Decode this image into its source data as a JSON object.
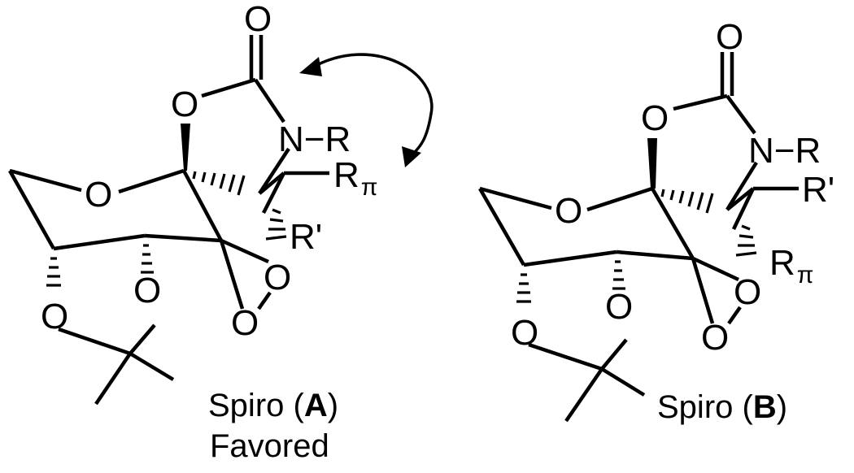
{
  "structures": [
    {
      "id": "A",
      "atoms": {
        "o_carbonyl": "O",
        "o_ring_ester": "O",
        "n_label": "N−R",
        "o_pyranose": "O",
        "r_pi_base": "R",
        "r_pi_sub": "π",
        "r_prime": "R'",
        "o_dioxirane_1": "O",
        "o_dioxirane_2": "O",
        "o_acetonide_1": "O",
        "o_acetonide_2": "O"
      },
      "caption": {
        "prefix": "Spiro (",
        "letter": "A",
        "suffix": ")",
        "line2": "Favored"
      }
    },
    {
      "id": "B",
      "atoms": {
        "o_carbonyl": "O",
        "o_ring_ester": "O",
        "n_label": "N−R",
        "o_pyranose": "O",
        "r_prime": "R'",
        "r_pi_base": "R",
        "r_pi_sub": "π",
        "o_dioxirane_1": "O",
        "o_dioxirane_2": "O",
        "o_acetonide_1": "O",
        "o_acetonide_2": "O"
      },
      "caption": {
        "prefix": "Spiro (",
        "letter": "B",
        "suffix": ")"
      }
    }
  ]
}
